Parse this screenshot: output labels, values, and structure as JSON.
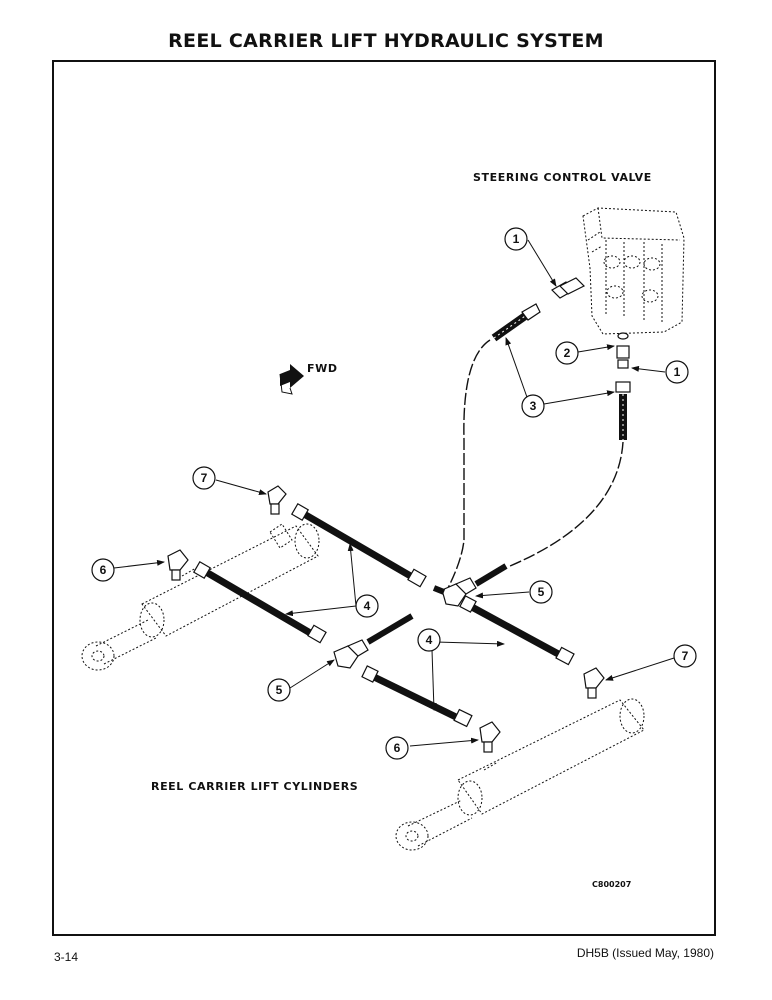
{
  "page": {
    "title": "REEL CARRIER LIFT HYDRAULIC SYSTEM",
    "page_number": "3-14",
    "doc_ref": "DH5B (Issued May, 1980)"
  },
  "diagram": {
    "labels": {
      "steering_valve": "STEERING CONTROL VALVE",
      "lift_cylinders": "REEL CARRIER LIFT CYLINDERS",
      "forward": "FWD",
      "drawing_code": "C800207"
    },
    "callouts": [
      "1",
      "2",
      "1",
      "3",
      "7",
      "6",
      "4",
      "5",
      "4",
      "5",
      "7",
      "6"
    ]
  }
}
